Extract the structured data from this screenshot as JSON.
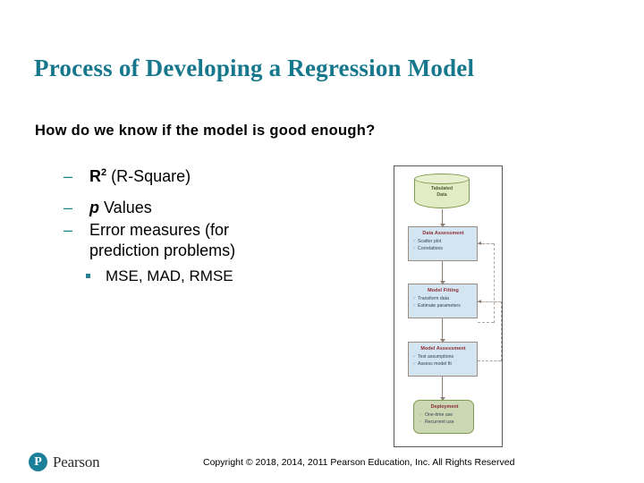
{
  "slide": {
    "title": "Process of Developing a Regression Model",
    "subheading": "How do we know if the model is good enough?",
    "title_color": "#17788d",
    "accent_color": "#1d7f92",
    "background": "#ffffff"
  },
  "bullets": {
    "dash_marker": "–",
    "square_marker": "▪",
    "items": [
      {
        "symbol": "R",
        "superscript": "2",
        "text": "(R-Square)"
      },
      {
        "symbol": "p",
        "text": "Values"
      },
      {
        "text_line1": "Error measures (for",
        "text_line2": "prediction problems)"
      }
    ],
    "subitem": "MSE, MAD, RMSE"
  },
  "diagram": {
    "name": "regression-model-process-flowchart",
    "datastore": {
      "label_line1": "Tabulated",
      "label_line2": "Data",
      "fill": "#e2ecc4",
      "stroke": "#7f9b4e"
    },
    "steps": [
      {
        "title": "Data Assessment",
        "items": [
          "Scatter plot",
          "Correlations"
        ],
        "fill": "#d4e5f2",
        "stroke": "#9c8d82",
        "title_color": "#8c2b35"
      },
      {
        "title": "Model Fitting",
        "items": [
          "Transform data",
          "Estimate parameters"
        ],
        "fill": "#d4e5f2",
        "stroke": "#9c8d82",
        "title_color": "#8c2b35"
      },
      {
        "title": "Model Assessment",
        "items": [
          "Test assumptions",
          "Assess model fit"
        ],
        "fill": "#d4e5f2",
        "stroke": "#9c8d82",
        "title_color": "#8c2b35"
      }
    ],
    "deployment": {
      "title": "Deployment",
      "items": [
        "One-time use",
        "Recurrent use"
      ],
      "fill": "#ccd8b4",
      "stroke": "#7f9b4e",
      "title_color": "#8c2b35"
    },
    "check_glyph": "✓"
  },
  "footer": {
    "logo_mark": "P",
    "logo_word": "Pearson",
    "copyright": "Copyright © 2018, 2014, 2011 Pearson Education, Inc. All Rights Reserved"
  }
}
